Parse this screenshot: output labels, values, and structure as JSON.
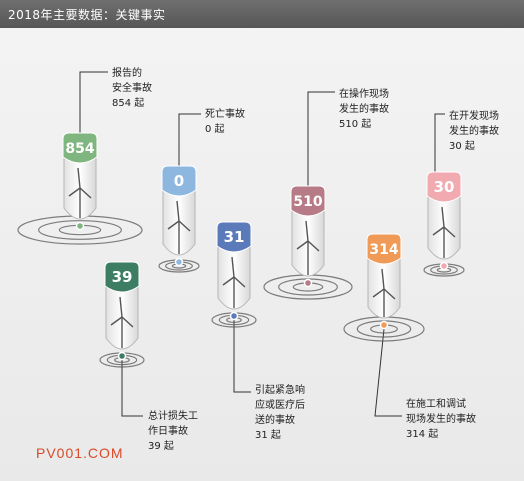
{
  "header": {
    "title": "2018年主要数据：关键事实"
  },
  "colors": {
    "green": "#7fb57f",
    "blue": "#8eb7e0",
    "slate": "#5b7ab9",
    "mauve": "#b77b87",
    "darkgreen": "#3c7d64",
    "orange": "#ef9a56",
    "pink": "#f0aab0"
  },
  "items": [
    {
      "value": "854",
      "color": "green",
      "label": "报告的\n安全事故\n854 起"
    },
    {
      "value": "0",
      "color": "blue",
      "label": "死亡事故\n0 起"
    },
    {
      "value": "31",
      "color": "slate",
      "label": "引起紧急响\n应或医疗后\n送的事故\n31 起"
    },
    {
      "value": "510",
      "color": "mauve",
      "label": "在操作现场\n发生的事故\n510 起"
    },
    {
      "value": "39",
      "color": "darkgreen",
      "label": "总计损失工\n作日事故\n39 起"
    },
    {
      "value": "314",
      "color": "orange",
      "label": "在施工和调试\n现场发生的事故\n314 起"
    },
    {
      "value": "30",
      "color": "pink",
      "label": "在开发现场\n发生的事故\n30 起"
    }
  ],
  "watermark": "PV001.COM"
}
